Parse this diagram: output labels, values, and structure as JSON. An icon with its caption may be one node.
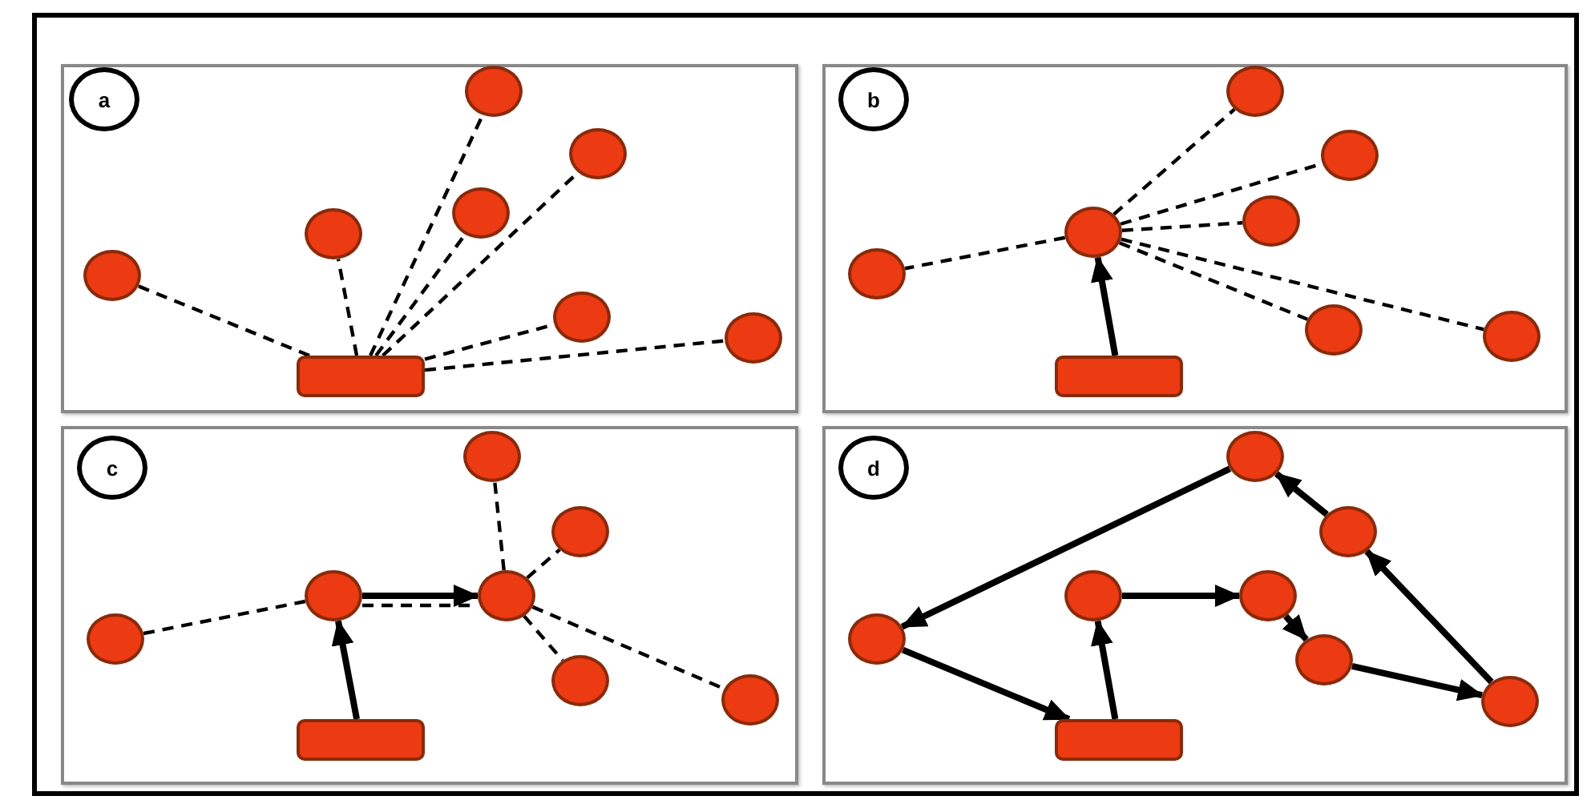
{
  "diagram": {
    "nodes": [
      {
        "text": [],
        "shape": "box"
      },
      {
        "text": [
          "a"
        ],
        "in": 0
      },
      {
        "text": [],
        "shape": "circle",
        "in": 0
      },
      {
        "text": [],
        "shape": "circle",
        "in": 0
      },
      {
        "text": [],
        "shape": "circle",
        "in": 0
      },
      {
        "text": [],
        "shape": "circle",
        "in": 0
      },
      {
        "text": [],
        "shape": "circle",
        "in": 0
      },
      {
        "text": [],
        "shape": "circle",
        "in": 0
      },
      {
        "text": [],
        "shape": "circle",
        "in": 0
      },
      {
        "text": [],
        "shape": "box",
        "in": 0
      },
      {
        "text": [],
        "shape": "box"
      },
      {
        "text": [
          "b"
        ],
        "in": 10
      },
      {
        "text": [],
        "shape": "circle",
        "in": 10
      },
      {
        "text": [],
        "shape": "circle",
        "in": 10
      },
      {
        "text": [],
        "shape": "circle",
        "in": 10
      },
      {
        "text": [],
        "shape": "circle",
        "in": 10
      },
      {
        "text": [],
        "shape": "circle",
        "in": 10
      },
      {
        "text": [],
        "shape": "circle",
        "in": 10
      },
      {
        "text": [],
        "shape": "circle",
        "in": 10
      },
      {
        "text": [],
        "shape": "box",
        "in": 10
      },
      {
        "text": [],
        "shape": "box"
      },
      {
        "text": [
          "c"
        ],
        "in": 20
      },
      {
        "text": [],
        "shape": "circle",
        "in": 20
      },
      {
        "text": [],
        "shape": "circle",
        "in": 20
      },
      {
        "text": [],
        "shape": "circle",
        "in": 20
      },
      {
        "text": [],
        "shape": "circle",
        "in": 20
      },
      {
        "text": [],
        "shape": "circle",
        "in": 20
      },
      {
        "text": [],
        "shape": "circle",
        "in": 20
      },
      {
        "text": [],
        "shape": "circle",
        "in": 20
      },
      {
        "text": [],
        "shape": "box",
        "in": 20
      },
      {
        "text": [],
        "shape": "box"
      },
      {
        "text": [
          "d"
        ],
        "in": 30
      },
      {
        "text": [],
        "shape": "circle",
        "in": 30
      },
      {
        "text": [],
        "shape": "circle",
        "in": 30
      },
      {
        "text": [],
        "shape": "circle",
        "in": 30
      },
      {
        "text": [],
        "shape": "circle",
        "in": 30
      },
      {
        "text": [],
        "shape": "circle",
        "in": 30
      },
      {
        "text": [],
        "shape": "circle",
        "in": 30
      },
      {
        "text": [],
        "shape": "circle",
        "in": 30
      },
      {
        "text": [],
        "shape": "box",
        "in": 30
      }
    ],
    "edges": [
      {
        "from": 9,
        "to": 2,
        "arrow": "none",
        "style": "dashed"
      },
      {
        "from": 9,
        "to": 3,
        "arrow": "none",
        "style": "dashed"
      },
      {
        "from": 9,
        "to": 4,
        "arrow": "none",
        "style": "dashed"
      },
      {
        "from": 9,
        "to": 5,
        "arrow": "none",
        "style": "dashed"
      },
      {
        "from": 9,
        "to": 6,
        "arrow": "none",
        "style": "dashed"
      },
      {
        "from": 9,
        "to": 7,
        "arrow": "none",
        "style": "dashed"
      },
      {
        "from": 9,
        "to": 8,
        "arrow": "none",
        "style": "dashed"
      },
      {
        "from": 19,
        "to": 15,
        "arrow": "to",
        "style": "thick"
      },
      {
        "from": 15,
        "to": 12,
        "arrow": "none",
        "style": "dashed"
      },
      {
        "from": 15,
        "to": 13,
        "arrow": "none",
        "style": "dashed"
      },
      {
        "from": 15,
        "to": 14,
        "arrow": "none",
        "style": "dashed"
      },
      {
        "from": 15,
        "to": 16,
        "arrow": "none",
        "style": "dashed"
      },
      {
        "from": 15,
        "to": 17,
        "arrow": "none",
        "style": "dashed"
      },
      {
        "from": 15,
        "to": 18,
        "arrow": "none",
        "style": "dashed"
      },
      {
        "from": 29,
        "to": 24,
        "arrow": "to",
        "style": "thick"
      },
      {
        "from": 24,
        "to": 25,
        "arrow": "to",
        "style": "thick"
      },
      {
        "from": 26,
        "to": 24,
        "arrow": "none",
        "style": "dashed"
      },
      {
        "from": 24,
        "to": 25,
        "arrow": "none",
        "style": "dashed"
      },
      {
        "from": 25,
        "to": 22,
        "arrow": "none",
        "style": "dashed"
      },
      {
        "from": 25,
        "to": 23,
        "arrow": "none",
        "style": "dashed"
      },
      {
        "from": 25,
        "to": 27,
        "arrow": "none",
        "style": "dashed"
      },
      {
        "from": 25,
        "to": 28,
        "arrow": "none",
        "style": "dashed"
      },
      {
        "from": 39,
        "to": 34,
        "arrow": "to",
        "style": "thick"
      },
      {
        "from": 34,
        "to": 35,
        "arrow": "to",
        "style": "thick"
      },
      {
        "from": 35,
        "to": 37,
        "arrow": "to",
        "style": "thick"
      },
      {
        "from": 37,
        "to": 38,
        "arrow": "to",
        "style": "thick"
      },
      {
        "from": 38,
        "to": 33,
        "arrow": "to",
        "style": "thick"
      },
      {
        "from": 33,
        "to": 32,
        "arrow": "to",
        "style": "thick"
      },
      {
        "from": 32,
        "to": 36,
        "arrow": "to",
        "style": "thick"
      },
      {
        "from": 36,
        "to": 39,
        "arrow": "to",
        "style": "thick"
      }
    ]
  }
}
